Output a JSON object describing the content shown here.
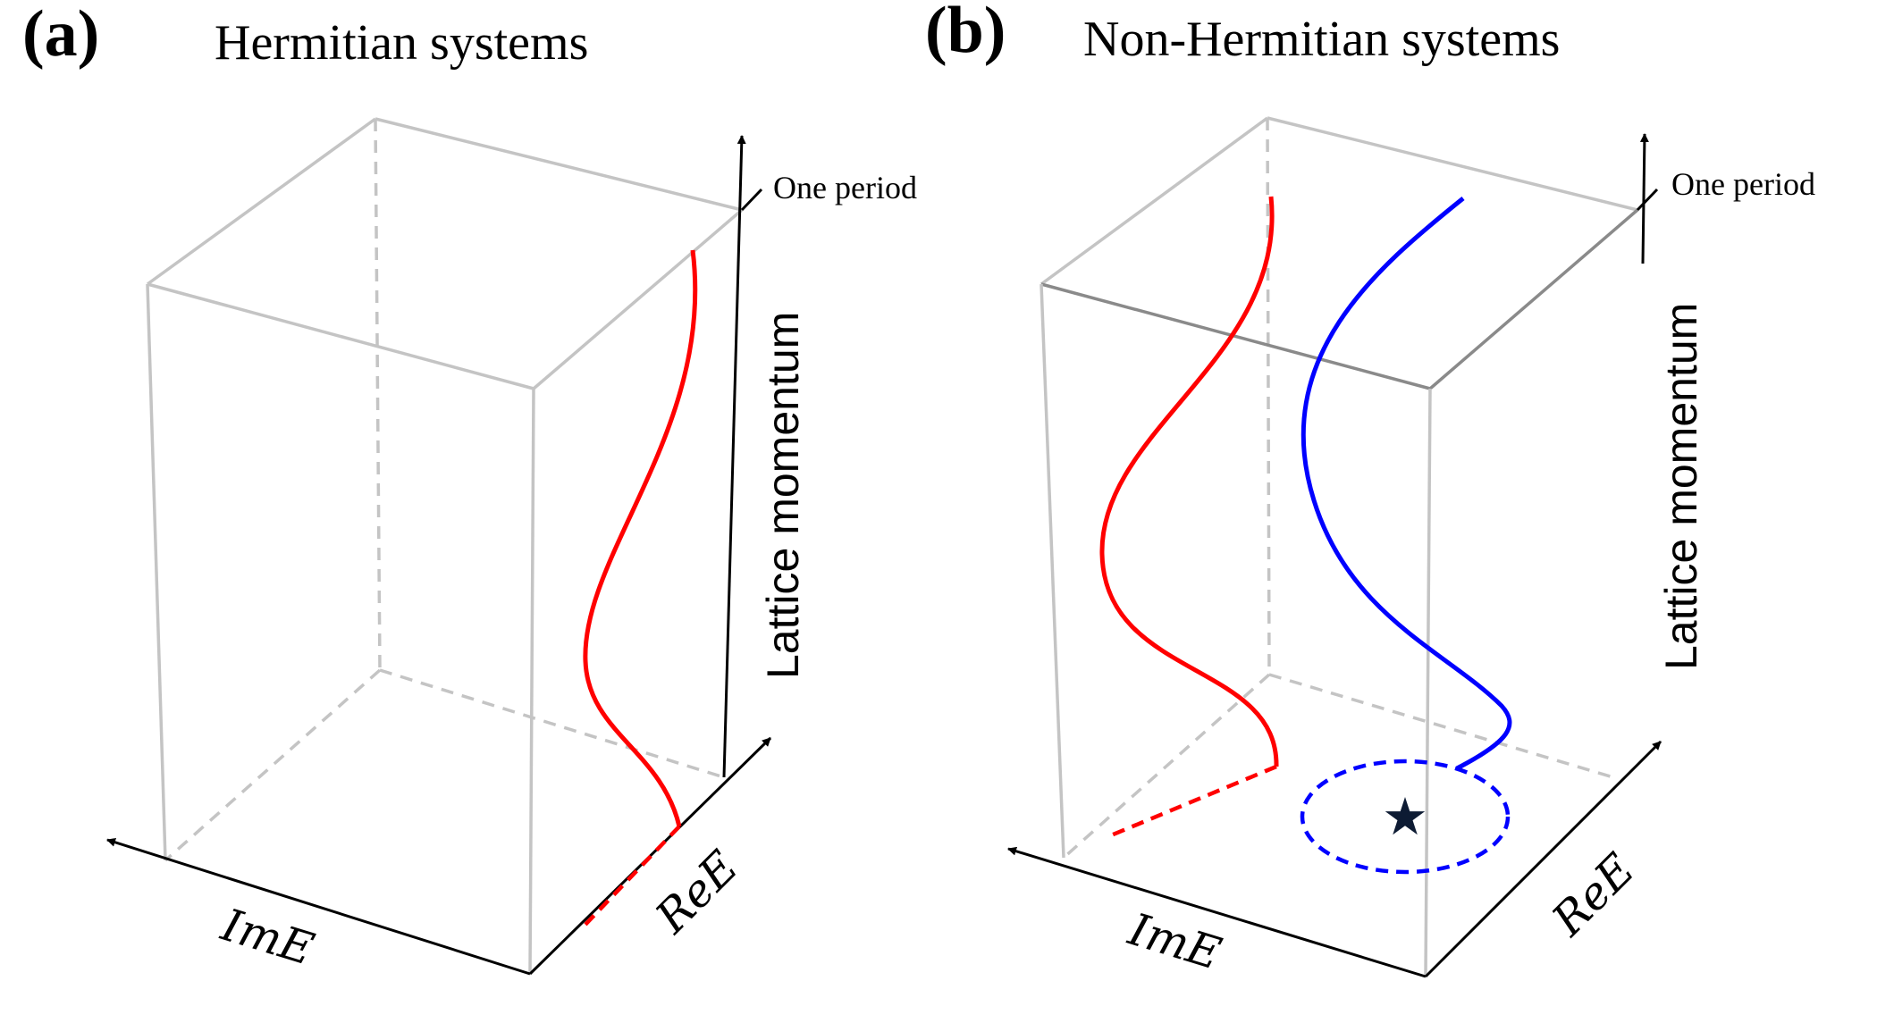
{
  "panels": [
    {
      "label": "(a)",
      "title": "Hermitian systems",
      "axes": {
        "horizontal_left": "ImE",
        "horizontal_right": "ReE",
        "vertical": "Lattice momentum"
      },
      "note": "One period",
      "colors": {
        "band": "#ff0000"
      }
    },
    {
      "label": "(b)",
      "title": "Non-Hermitian systems",
      "axes": {
        "horizontal_left": "ImE",
        "horizontal_right": "ReE",
        "vertical": "Lattice momentum"
      },
      "note": "One period",
      "colors": {
        "band1": "#ff0000",
        "band2": "#0000ff",
        "point": "#0d1b33"
      },
      "marker": "★"
    }
  ]
}
